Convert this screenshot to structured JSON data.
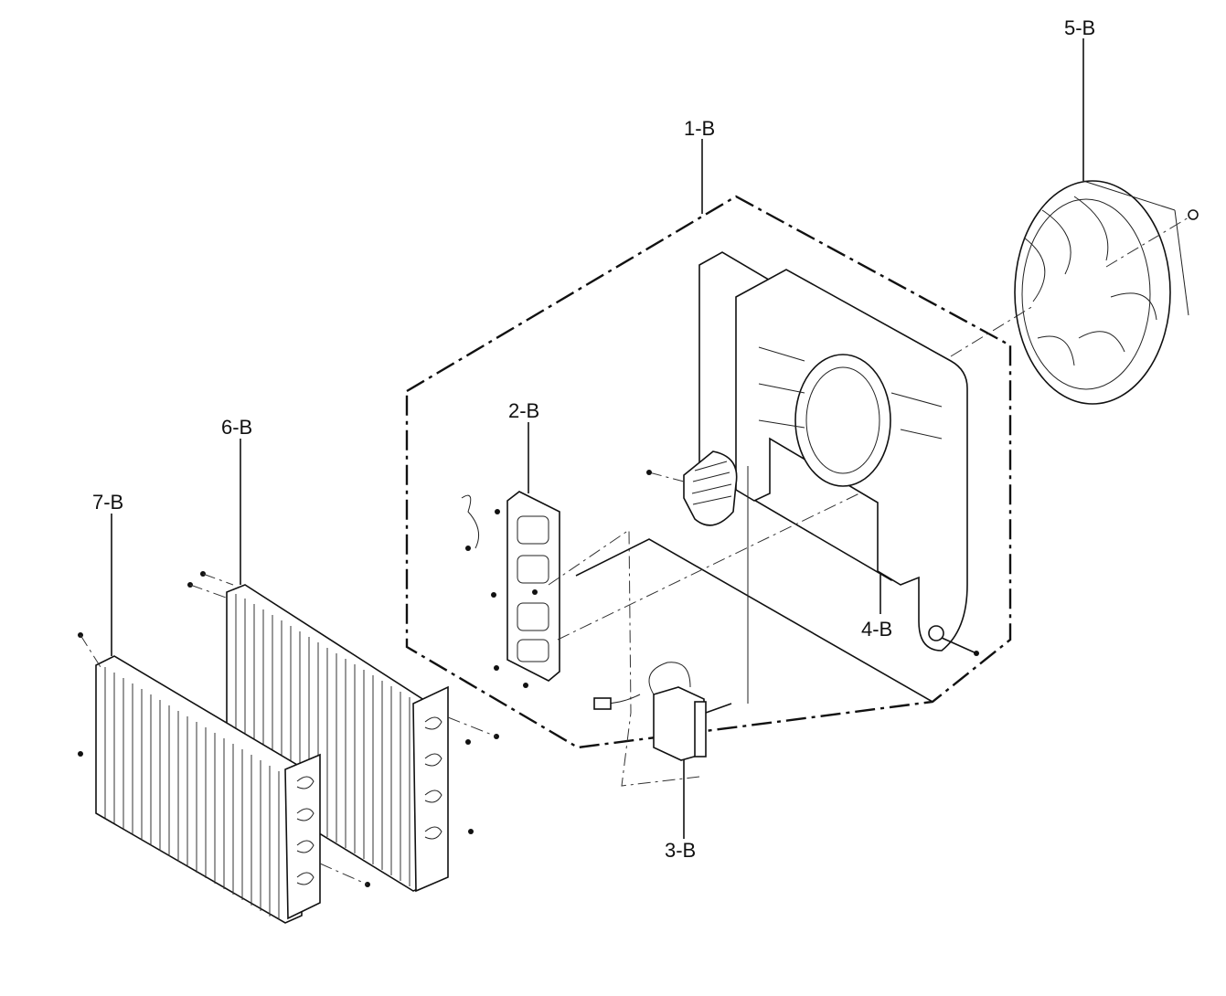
{
  "labels": {
    "p1": "1-B",
    "p2": "2-B",
    "p3": "3-B",
    "p4": "4-B",
    "p5": "5-B",
    "p6": "6-B",
    "p7": "7-B"
  },
  "colors": {
    "line": "#111111",
    "background": "#ffffff"
  }
}
